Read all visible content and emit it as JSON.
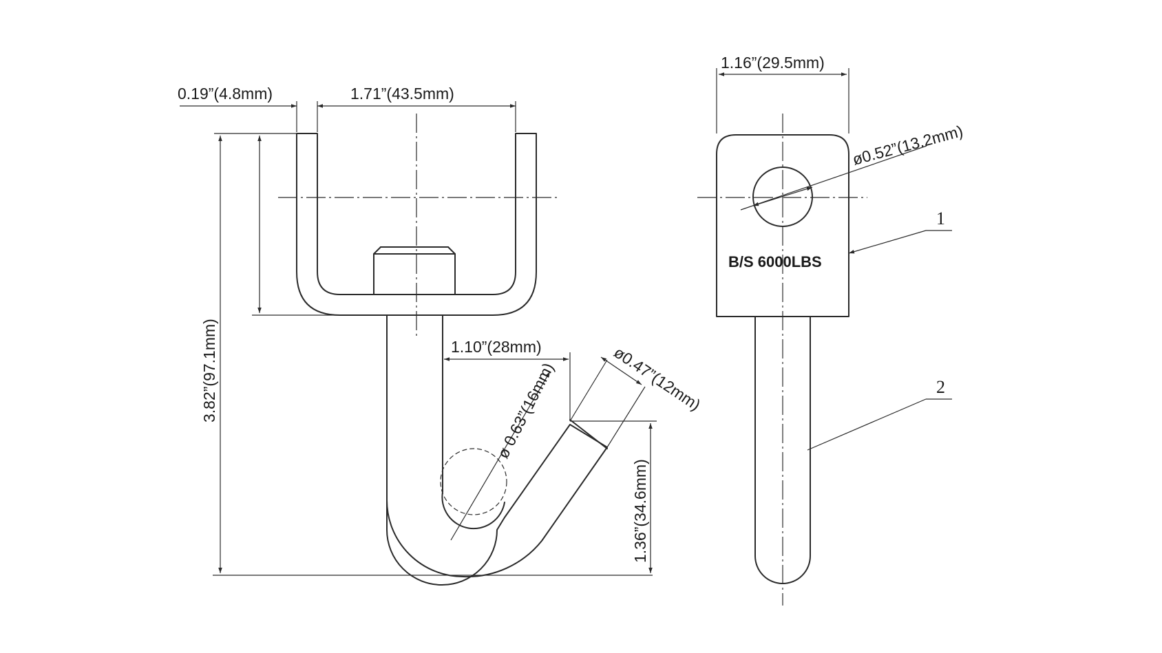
{
  "dimensions": {
    "flange_thickness": "0.19”(4.8mm)",
    "clevis_inner_width": "1.71”(43.5mm)",
    "overall_height": "3.82”(97.1mm)",
    "hook_opening": "1.10”(28mm)",
    "hook_throat_diameter": "ø 0.63”(16mm)",
    "hook_wire_diameter": "ø0.47”(12mm)",
    "hook_tip_height": "1.36”(34.6mm)",
    "plate_width": "1.16”(29.5mm)",
    "hole_diameter": "ø0.52”(13.2mm)"
  },
  "marking": "B/S 6000LBS",
  "callouts": [
    "1",
    "2"
  ]
}
